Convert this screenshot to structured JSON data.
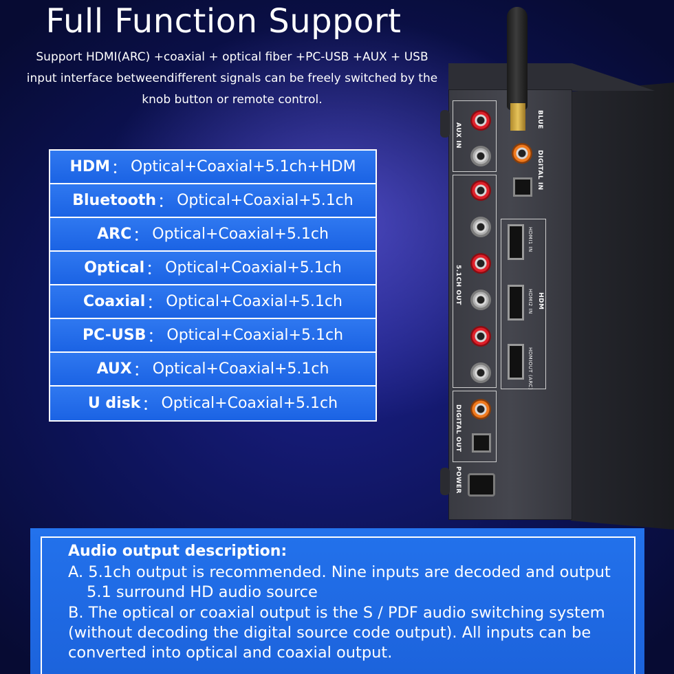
{
  "header": {
    "title": "Full Function Support",
    "subtitle_lines": [
      "Support HDMI(ARC) +coaxial + optical fiber +PC-USB +AUX + USB",
      "input interface betweendifferent signals can be freely switched by the",
      "knob button or remote control."
    ]
  },
  "modes": [
    {
      "name": "HDM",
      "sep": "：",
      "outputs": "Optical+Coaxial+5.1ch+HDM"
    },
    {
      "name": "Bluetooth",
      "sep": "：",
      "outputs": "Optical+Coaxial+5.1ch"
    },
    {
      "name": "ARC",
      "sep": "：",
      "outputs": "Optical+Coaxial+5.1ch"
    },
    {
      "name": "Optical",
      "sep": "：",
      "outputs": "Optical+Coaxial+5.1ch"
    },
    {
      "name": "Coaxial",
      "sep": "：",
      "outputs": "Optical+Coaxial+5.1ch"
    },
    {
      "name": "PC-USB",
      "sep": "：",
      "outputs": "Optical+Coaxial+5.1ch"
    },
    {
      "name": "AUX",
      "sep": "：",
      "outputs": "Optical+Coaxial+5.1ch"
    },
    {
      "name": "U disk",
      "sep": "：",
      "outputs": "Optical+Coaxial+5.1ch"
    }
  ],
  "device": {
    "labels": {
      "aux_in": "AUX IN",
      "blue": "BLUE",
      "digital_in": "DIGITAL IN",
      "ch_out": "5.1CH OUT",
      "hdmi": "HDM",
      "digital_out": "DIGITAL OUT",
      "power": "POWER",
      "hdmi1": "HDMI1 IN",
      "hdmi2": "HDMI2 IN",
      "hdmiout": "HDMIOUT (ARC)"
    }
  },
  "description": {
    "title": "Audio output description:",
    "lines": [
      "A. 5.1ch output is recommended. Nine inputs are decoded and output",
      "5.1 surround HD audio source",
      "B. The optical or coaxial output is the S / PDF audio switching system",
      "(without decoding the digital source code output). All inputs  can be",
      "converted into optical  and coaxial output."
    ]
  },
  "colors": {
    "background": "#0d1358",
    "table_blue": "#2f78f0",
    "desc_blue": "#2372ec",
    "rca_red": "#e0202a",
    "rca_orange": "#f07a1e"
  }
}
